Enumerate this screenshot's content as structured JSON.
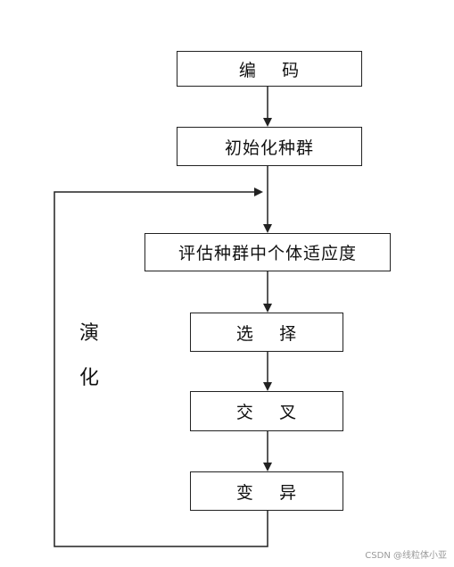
{
  "flowchart": {
    "steps": {
      "encode": "编    码",
      "init_population": "初始化种群",
      "evaluate_fitness": "评估种群中个体适应度",
      "select": "选    择",
      "crossover": "交    叉",
      "mutate": "变    异"
    },
    "loop_label": {
      "char1": "演",
      "char2": "化"
    }
  },
  "watermark": "CSDN @线粒体小亚"
}
